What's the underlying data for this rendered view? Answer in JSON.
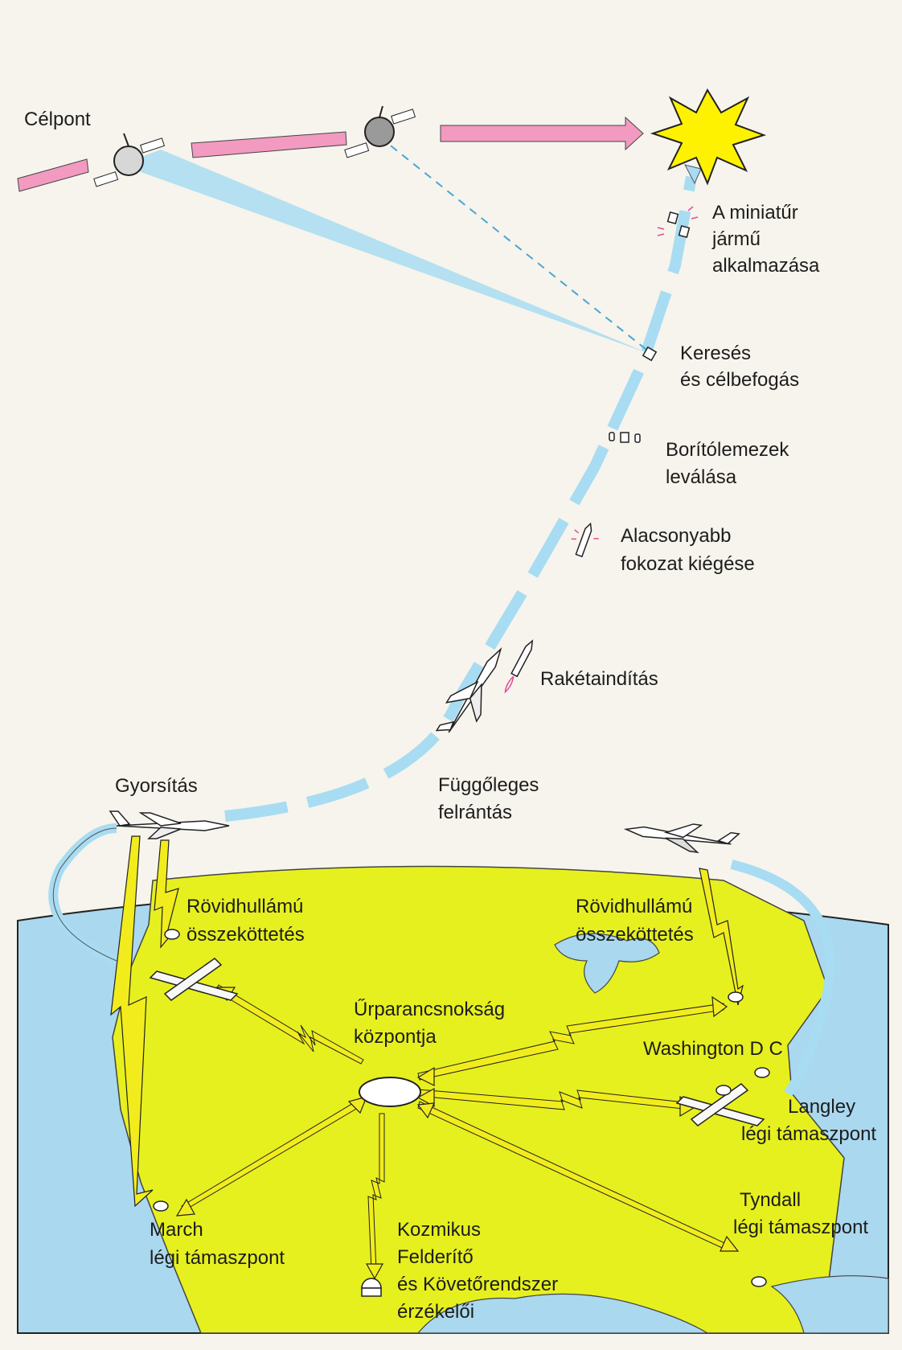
{
  "labels": {
    "target": "Célpont",
    "miniature_line1": "A miniatűr",
    "miniature_line2": "jármű",
    "miniature_line3": "alkalmazása",
    "search_line1": "Keresés",
    "search_line2": "és célbefogás",
    "shroud_line1": "Borítólemezek",
    "shroud_line2": "leválása",
    "stage_line1": "Alacsonyabb",
    "stage_line2": "fokozat kiégése",
    "launch": "Rakétaindítás",
    "acceleration": "Gyorsítás",
    "pullup_line1": "Függőleges",
    "pullup_line2": "felrántás",
    "shortwave_west_line1": "Rövidhullámú",
    "shortwave_west_line2": "összeköttetés",
    "shortwave_east_line1": "Rövidhullámú",
    "shortwave_east_line2": "összeköttetés",
    "hq_line1": "Űrparancsnokság",
    "hq_line2": "központja",
    "washington": "Washington D C",
    "langley_line1": "Langley",
    "langley_line2": "légi támaszpont",
    "tyndall_line1": "Tyndall",
    "tyndall_line2": "légi támaszpont",
    "march_line1": "March",
    "march_line2": "légi támaszpont",
    "sensors_line1": "Kozmikus",
    "sensors_line2": "Felderítő",
    "sensors_line3": "és Követőrendszer",
    "sensors_line4": "érzékelői"
  },
  "colors": {
    "background": "#f6f4ec",
    "sea": "#a9d8ef",
    "land": "#e6f01e",
    "trajectory": "#a8dcf2",
    "satellite_path": "#f29ac0",
    "explosion": "#fff200",
    "signal": "#f2ec1c",
    "outline": "#222222"
  },
  "icons": {
    "target_satellite": "satellite-icon",
    "explosion": "explosion-star-icon",
    "aircraft": "fighter-jet-icon",
    "missile": "missile-icon",
    "airbase": "airbase-cross-icon",
    "station": "ground-station-icon"
  }
}
